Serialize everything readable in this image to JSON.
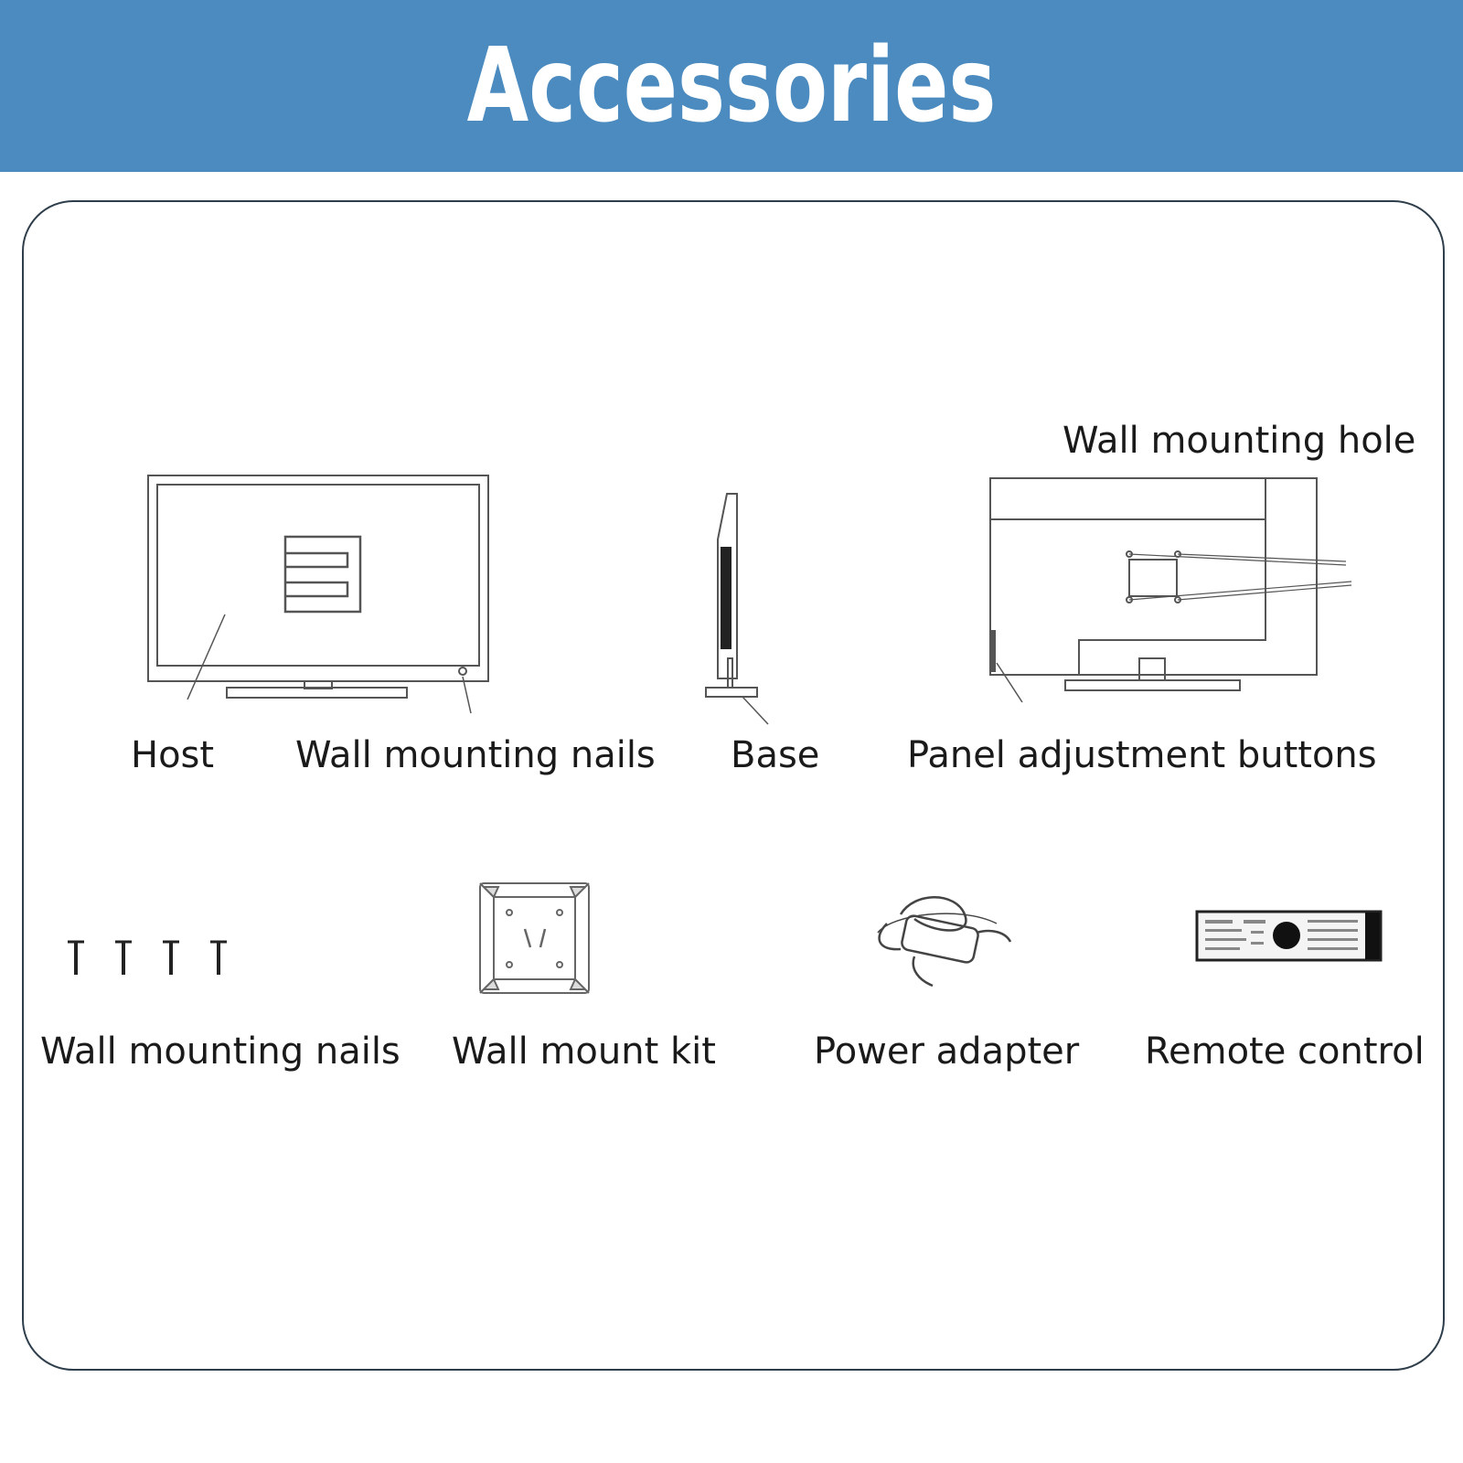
{
  "header": {
    "title": "Accessories",
    "color": "#4b8bbf"
  },
  "diagram": {
    "row1": {
      "host_label": "Host",
      "wall_nails_label": "Wall mounting nails",
      "base_label": "Base",
      "panel_buttons_label": "Panel adjustment buttons",
      "wall_hole_label": "Wall mounting hole"
    },
    "row2": {
      "nails_label": "Wall mounting nails",
      "mount_kit_label": "Wall mount kit",
      "power_adapter_label": "Power adapter",
      "remote_label": "Remote control"
    }
  }
}
